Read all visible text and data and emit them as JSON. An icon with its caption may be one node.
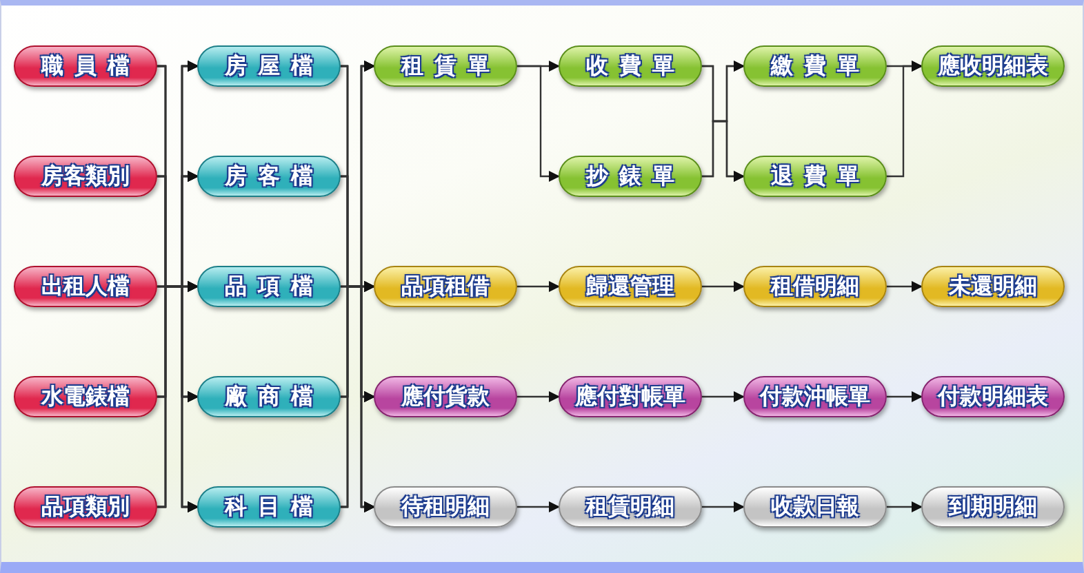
{
  "diagram": {
    "nodes": [
      {
        "text": [
          "職員檔"
        ]
      },
      {
        "text": [
          "房屋檔"
        ]
      },
      {
        "text": [
          "租賃單"
        ]
      },
      {
        "text": [
          "收費單"
        ]
      },
      {
        "text": [
          "繳費單"
        ]
      },
      {
        "text": [
          "應收明細表"
        ]
      },
      {
        "text": [
          "房客類別"
        ]
      },
      {
        "text": [
          "房客檔"
        ]
      },
      {
        "text": [
          "抄錶單"
        ]
      },
      {
        "text": [
          "退費單"
        ]
      },
      {
        "text": [
          "出租人檔"
        ]
      },
      {
        "text": [
          "品項檔"
        ]
      },
      {
        "text": [
          "品項租借"
        ]
      },
      {
        "text": [
          "歸還管理"
        ]
      },
      {
        "text": [
          "租借明細"
        ]
      },
      {
        "text": [
          "未還明細"
        ]
      },
      {
        "text": [
          "水電錶檔"
        ]
      },
      {
        "text": [
          "廠商檔"
        ]
      },
      {
        "text": [
          "應付貨款"
        ]
      },
      {
        "text": [
          "應付對帳單"
        ]
      },
      {
        "text": [
          "付款沖帳單"
        ]
      },
      {
        "text": [
          "付款明細表"
        ]
      },
      {
        "text": [
          "品項類別"
        ]
      },
      {
        "text": [
          "科目檔"
        ]
      },
      {
        "text": [
          "待租明細"
        ]
      },
      {
        "text": [
          "租賃明細"
        ]
      },
      {
        "text": [
          "收款日報"
        ]
      },
      {
        "text": [
          "到期明細"
        ]
      }
    ],
    "edges": [
      {
        "from": 0,
        "to": 1,
        "arrow": "to"
      },
      {
        "from": 0,
        "to": 7,
        "arrow": "to"
      },
      {
        "from": 0,
        "to": 11,
        "arrow": "to"
      },
      {
        "from": 0,
        "to": 17,
        "arrow": "to"
      },
      {
        "from": 0,
        "to": 23,
        "arrow": "to"
      },
      {
        "from": 6,
        "to": 1,
        "arrow": "to"
      },
      {
        "from": 6,
        "to": 7,
        "arrow": "to"
      },
      {
        "from": 6,
        "to": 11,
        "arrow": "to"
      },
      {
        "from": 6,
        "to": 17,
        "arrow": "to"
      },
      {
        "from": 6,
        "to": 23,
        "arrow": "to"
      },
      {
        "from": 10,
        "to": 1,
        "arrow": "to"
      },
      {
        "from": 10,
        "to": 7,
        "arrow": "to"
      },
      {
        "from": 10,
        "to": 11,
        "arrow": "to"
      },
      {
        "from": 10,
        "to": 17,
        "arrow": "to"
      },
      {
        "from": 10,
        "to": 23,
        "arrow": "to"
      },
      {
        "from": 16,
        "to": 1,
        "arrow": "to"
      },
      {
        "from": 16,
        "to": 7,
        "arrow": "to"
      },
      {
        "from": 16,
        "to": 11,
        "arrow": "to"
      },
      {
        "from": 16,
        "to": 17,
        "arrow": "to"
      },
      {
        "from": 16,
        "to": 23,
        "arrow": "to"
      },
      {
        "from": 22,
        "to": 1,
        "arrow": "to"
      },
      {
        "from": 22,
        "to": 7,
        "arrow": "to"
      },
      {
        "from": 22,
        "to": 11,
        "arrow": "to"
      },
      {
        "from": 22,
        "to": 17,
        "arrow": "to"
      },
      {
        "from": 22,
        "to": 23,
        "arrow": "to"
      },
      {
        "from": 1,
        "to": 2,
        "arrow": "to"
      },
      {
        "from": 1,
        "to": 12,
        "arrow": "to"
      },
      {
        "from": 1,
        "to": 18,
        "arrow": "to"
      },
      {
        "from": 1,
        "to": 24,
        "arrow": "to"
      },
      {
        "from": 7,
        "to": 2,
        "arrow": "to"
      },
      {
        "from": 7,
        "to": 12,
        "arrow": "to"
      },
      {
        "from": 7,
        "to": 18,
        "arrow": "to"
      },
      {
        "from": 7,
        "to": 24,
        "arrow": "to"
      },
      {
        "from": 11,
        "to": 2,
        "arrow": "to"
      },
      {
        "from": 11,
        "to": 12,
        "arrow": "to"
      },
      {
        "from": 11,
        "to": 18,
        "arrow": "to"
      },
      {
        "from": 11,
        "to": 24,
        "arrow": "to"
      },
      {
        "from": 17,
        "to": 2,
        "arrow": "to"
      },
      {
        "from": 17,
        "to": 12,
        "arrow": "to"
      },
      {
        "from": 17,
        "to": 18,
        "arrow": "to"
      },
      {
        "from": 17,
        "to": 24,
        "arrow": "to"
      },
      {
        "from": 23,
        "to": 2,
        "arrow": "to"
      },
      {
        "from": 23,
        "to": 12,
        "arrow": "to"
      },
      {
        "from": 23,
        "to": 18,
        "arrow": "to"
      },
      {
        "from": 23,
        "to": 24,
        "arrow": "to"
      },
      {
        "from": 2,
        "to": 3,
        "arrow": "to"
      },
      {
        "from": 2,
        "to": 8,
        "arrow": "to"
      },
      {
        "from": 3,
        "to": 4,
        "arrow": "to"
      },
      {
        "from": 3,
        "to": 9,
        "arrow": "to"
      },
      {
        "from": 8,
        "to": 4,
        "arrow": "to"
      },
      {
        "from": 8,
        "to": 9,
        "arrow": "to"
      },
      {
        "from": 4,
        "to": 5,
        "arrow": "to"
      },
      {
        "from": 9,
        "to": 5,
        "arrow": "to"
      },
      {
        "from": 12,
        "to": 13,
        "arrow": "to"
      },
      {
        "from": 13,
        "to": 14,
        "arrow": "to"
      },
      {
        "from": 14,
        "to": 15,
        "arrow": "to"
      },
      {
        "from": 18,
        "to": 19,
        "arrow": "to"
      },
      {
        "from": 19,
        "to": 20,
        "arrow": "to"
      },
      {
        "from": 20,
        "to": 21,
        "arrow": "to"
      },
      {
        "from": 24,
        "to": 25,
        "arrow": "to"
      },
      {
        "from": 25,
        "to": 26,
        "arrow": "to"
      },
      {
        "from": 26,
        "to": 27,
        "arrow": "to"
      }
    ]
  }
}
